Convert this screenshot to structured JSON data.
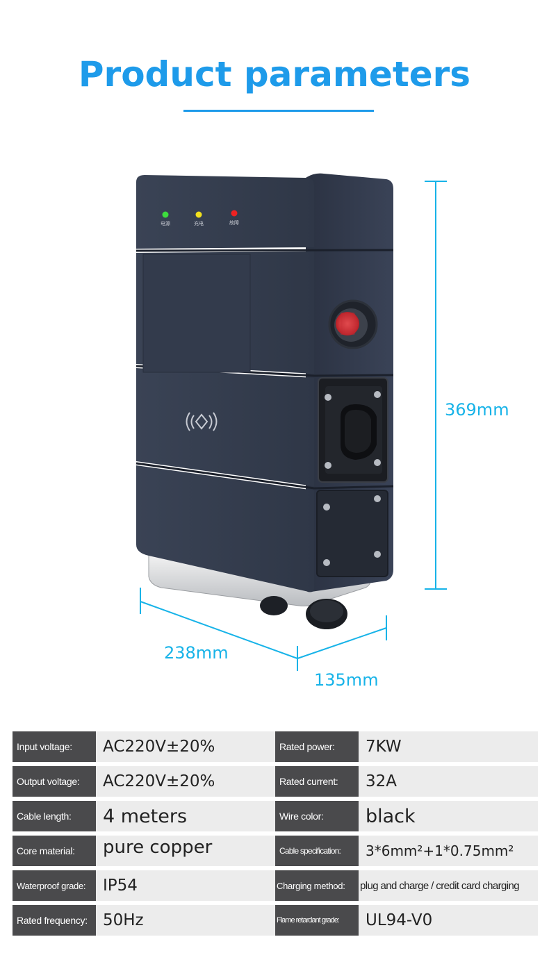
{
  "title": "Product parameters",
  "dimensions": {
    "height": "369mm",
    "width": "238mm",
    "depth": "135mm"
  },
  "indicators": [
    {
      "label": "电源",
      "color": "#3ddc3d"
    },
    {
      "label": "充电",
      "color": "#f2e01d"
    },
    {
      "label": "故障",
      "color": "#ee2222"
    }
  ],
  "colors": {
    "accent": "#1e9bea",
    "dimension": "#17b3e8",
    "label_bg": "#4a4a4c",
    "value_bg": "#ececec"
  },
  "specs": [
    {
      "label1": "Input voltage:",
      "value1": "AC220V±20%",
      "label2": "Rated power:",
      "value2": "7KW"
    },
    {
      "label1": "Output voltage:",
      "value1": "AC220V±20%",
      "label2": "Rated current:",
      "value2": "32A"
    },
    {
      "label1": "Cable length:",
      "value1": "4 meters",
      "label2": "Wire color:",
      "value2": "black"
    },
    {
      "label1": "Core material:",
      "value1": "pure copper",
      "label2": "Cable specification:",
      "value2": "3*6mm²+1*0.75mm²"
    },
    {
      "label1": "Waterproof grade:",
      "value1": "IP54",
      "label2": "Charging method:",
      "value2": "plug and charge / credit card charging"
    },
    {
      "label1": "Rated frequency:",
      "value1": "50Hz",
      "label2": "Flame retardant grade:",
      "value2": "UL94-V0"
    }
  ]
}
